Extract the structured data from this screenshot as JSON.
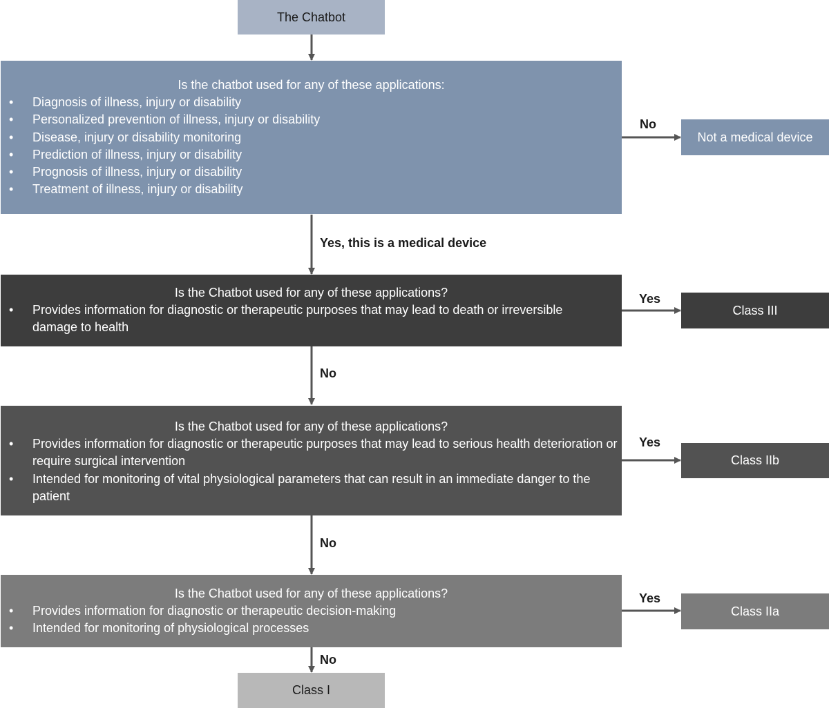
{
  "start_node": {
    "label": "The Chatbot"
  },
  "question_1": {
    "title": "Is the chatbot used for any of these applications:",
    "items": [
      "Diagnosis of illness, injury or disability",
      "Personalized prevention of illness, injury or disability",
      "Disease, injury or disability monitoring",
      "Prediction of illness, injury or disability",
      "Prognosis of illness, injury or disability",
      "Treatment of illness, injury or disability"
    ]
  },
  "question_2": {
    "title": "Is the Chatbot used for any of these applications?",
    "items": [
      "Provides information for diagnostic or therapeutic purposes that may lead to death or irreversible damage to health"
    ]
  },
  "question_3": {
    "title": "Is the Chatbot used for any of these applications?",
    "items": [
      "Provides information for diagnostic or therapeutic purposes that may lead to serious health deterioration or require surgical intervention",
      "Intended for monitoring of vital physiological parameters that can result in an immediate danger to the patient"
    ]
  },
  "question_4": {
    "title": "Is the Chatbot used for any of these applications?",
    "items": [
      "Provides information for diagnostic or therapeutic decision-making",
      "Intended for monitoring of physiological processes"
    ]
  },
  "outcomes": {
    "not_medical_device": "Not a medical device",
    "class_iii": "Class III",
    "class_iib": "Class IIb",
    "class_iia": "Class IIa",
    "class_i": "Class I"
  },
  "edge_labels": {
    "q1_no": "No",
    "q1_yes": "Yes, this is a medical device",
    "q2_yes": "Yes",
    "q2_no": "No",
    "q3_yes": "Yes",
    "q3_no": "No",
    "q4_yes": "Yes",
    "q4_no": "No"
  },
  "colors": {
    "start_fill": "#a8b3c5",
    "question_1_fill": "#7f93ad",
    "question_2_fill": "#3d3d3d",
    "question_3_fill": "#525252",
    "question_4_fill": "#7c7c7c",
    "class_i_fill": "#b8b8b8",
    "arrow": "#555555"
  }
}
